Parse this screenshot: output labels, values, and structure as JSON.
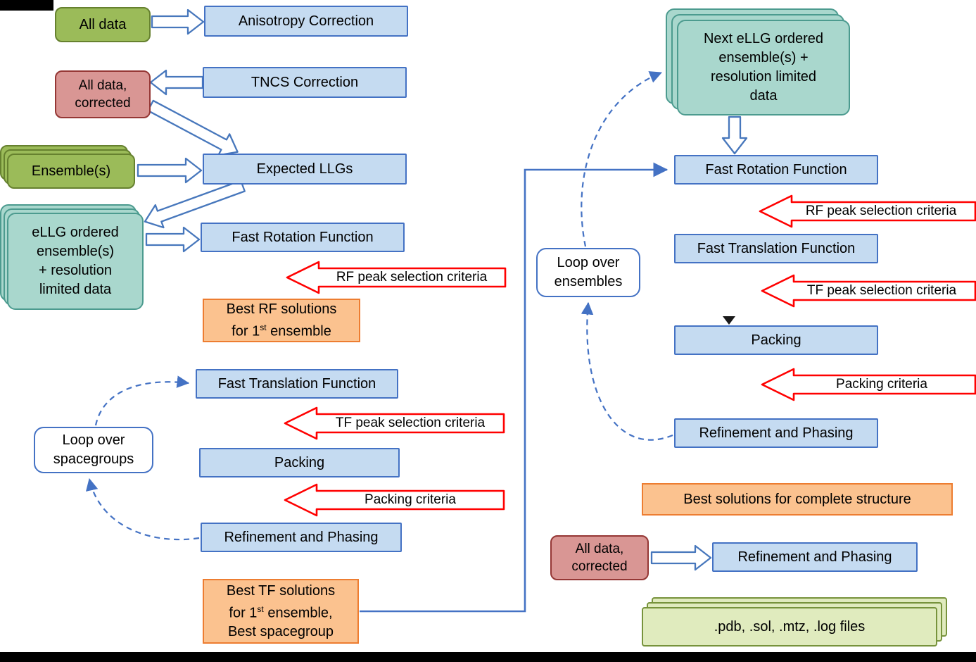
{
  "colors": {
    "process_fill": "#C5DBF1",
    "process_border": "#4472C4",
    "data_green_fill": "#9BBB59",
    "data_pink_fill": "#D99694",
    "ensemble_teal_fill": "#A9D7CD",
    "result_orange_fill": "#FBC28F",
    "criteria_arrow_border": "#FF0000",
    "loop_border": "#4472C4",
    "files_fill": "#E0EBBE"
  },
  "left": {
    "all_data": {
      "label": "All data"
    },
    "anisotropy": {
      "label": "Anisotropy Correction"
    },
    "tncs": {
      "label": "TNCS Correction"
    },
    "all_data_corrected": {
      "label": "All data,\ncorrected"
    },
    "ensembles": {
      "label": "Ensemble(s)"
    },
    "expected_llgs": {
      "label": "Expected LLGs"
    },
    "ellg_ensembles": {
      "label": "eLLG ordered\nensemble(s)\n+ resolution\nlimited data"
    },
    "fast_rotation": {
      "label": "Fast Rotation Function"
    },
    "rf_criteria": {
      "label": "RF peak selection criteria"
    },
    "best_rf": {
      "line1": "Best RF solutions",
      "line2_pre": "for 1",
      "line2_sup": "st",
      "line2_post": " ensemble"
    },
    "fast_translation": {
      "label": "Fast Translation Function"
    },
    "tf_criteria": {
      "label": "TF peak selection criteria"
    },
    "packing": {
      "label": "Packing"
    },
    "packing_criteria": {
      "label": "Packing criteria"
    },
    "refinement": {
      "label": "Refinement and Phasing"
    },
    "loop_spacegroups": {
      "label": "Loop over\nspacegroups"
    },
    "best_tf": {
      "line1": "Best TF solutions",
      "line2_pre": "for 1",
      "line2_sup": "st",
      "line2_post": " ensemble,",
      "line3": "Best spacegroup"
    }
  },
  "right": {
    "next_ellg": {
      "label": "Next eLLG ordered\nensemble(s) +\nresolution limited\ndata"
    },
    "fast_rotation": {
      "label": "Fast Rotation Function"
    },
    "rf_criteria": {
      "label": "RF peak selection criteria"
    },
    "fast_translation": {
      "label": "Fast Translation Function"
    },
    "tf_criteria": {
      "label": "TF peak selection criteria"
    },
    "packing": {
      "label": "Packing"
    },
    "packing_criteria": {
      "label": "Packing criteria"
    },
    "refinement": {
      "label": "Refinement and Phasing"
    },
    "loop_ensembles": {
      "label": "Loop over\nensembles"
    },
    "best_solutions": {
      "label": "Best solutions for complete structure"
    },
    "all_data_corrected": {
      "label": "All data,\ncorrected"
    },
    "final_refinement": {
      "label": "Refinement and Phasing"
    },
    "output_files": {
      "label": ".pdb, .sol, .mtz, .log files"
    }
  }
}
